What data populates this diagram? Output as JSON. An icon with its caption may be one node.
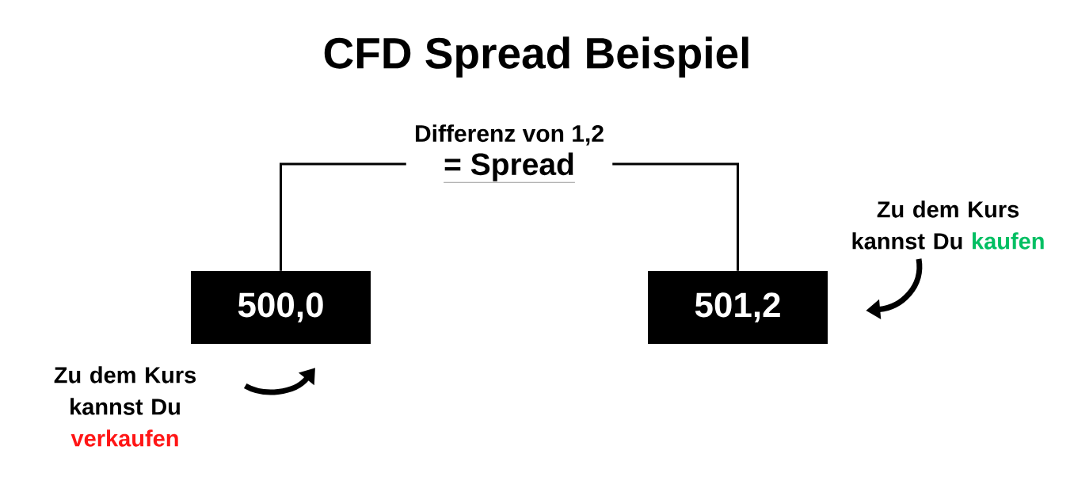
{
  "diagram": {
    "title": "CFD Spread Beispiel",
    "nodes": [
      {
        "text": [
          "Differenz von 1,2",
          "= Spread"
        ]
      },
      {
        "text": [
          "500,0"
        ]
      },
      {
        "text": [
          "501,2"
        ]
      },
      {
        "text": [
          "Zu dem Kurs kannst Du",
          "verkaufen"
        ]
      },
      {
        "text": [
          "Zu dem Kurs kannst Du",
          "kaufen"
        ]
      }
    ],
    "edges": [
      {
        "from": 1,
        "to": 0,
        "arrow": "none"
      },
      {
        "from": 0,
        "to": 2,
        "arrow": "none"
      },
      {
        "from": 3,
        "to": 1,
        "arrow": "to",
        "style": "thick"
      },
      {
        "from": 4,
        "to": 2,
        "arrow": "to",
        "style": "thick"
      }
    ]
  }
}
